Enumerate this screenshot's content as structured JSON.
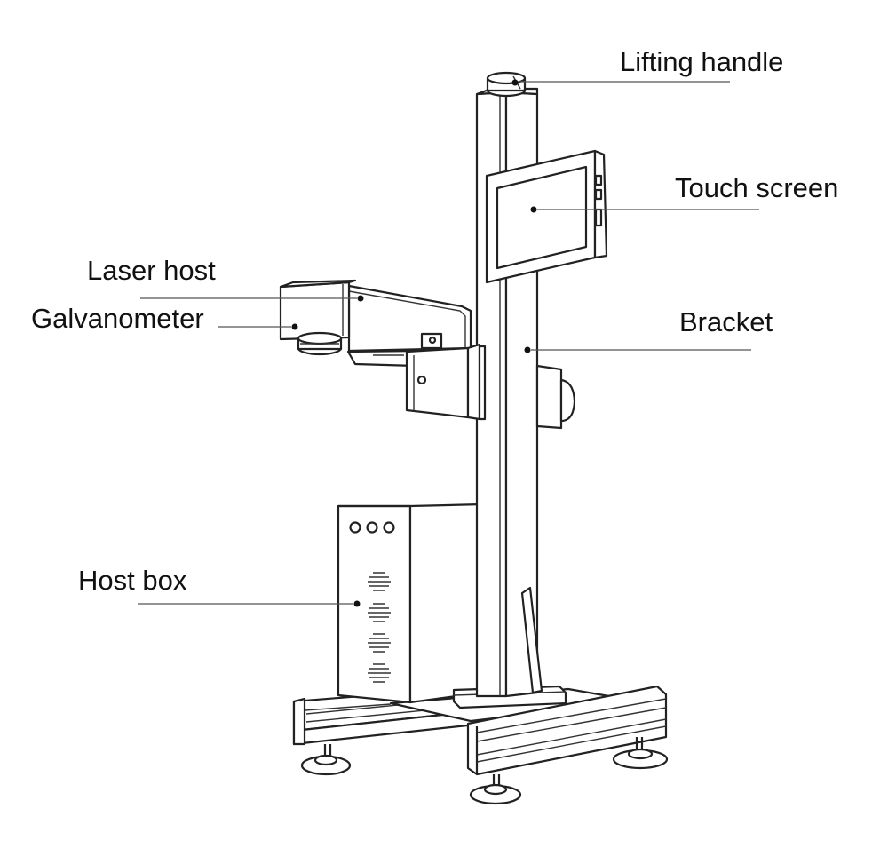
{
  "diagram": {
    "labels": {
      "lifting_handle": "Lifting handle",
      "touch_screen": "Touch screen",
      "laser_host": "Laser host",
      "galvanometer": "Galvanometer",
      "bracket": "Bracket",
      "host_box": "Host box"
    }
  }
}
